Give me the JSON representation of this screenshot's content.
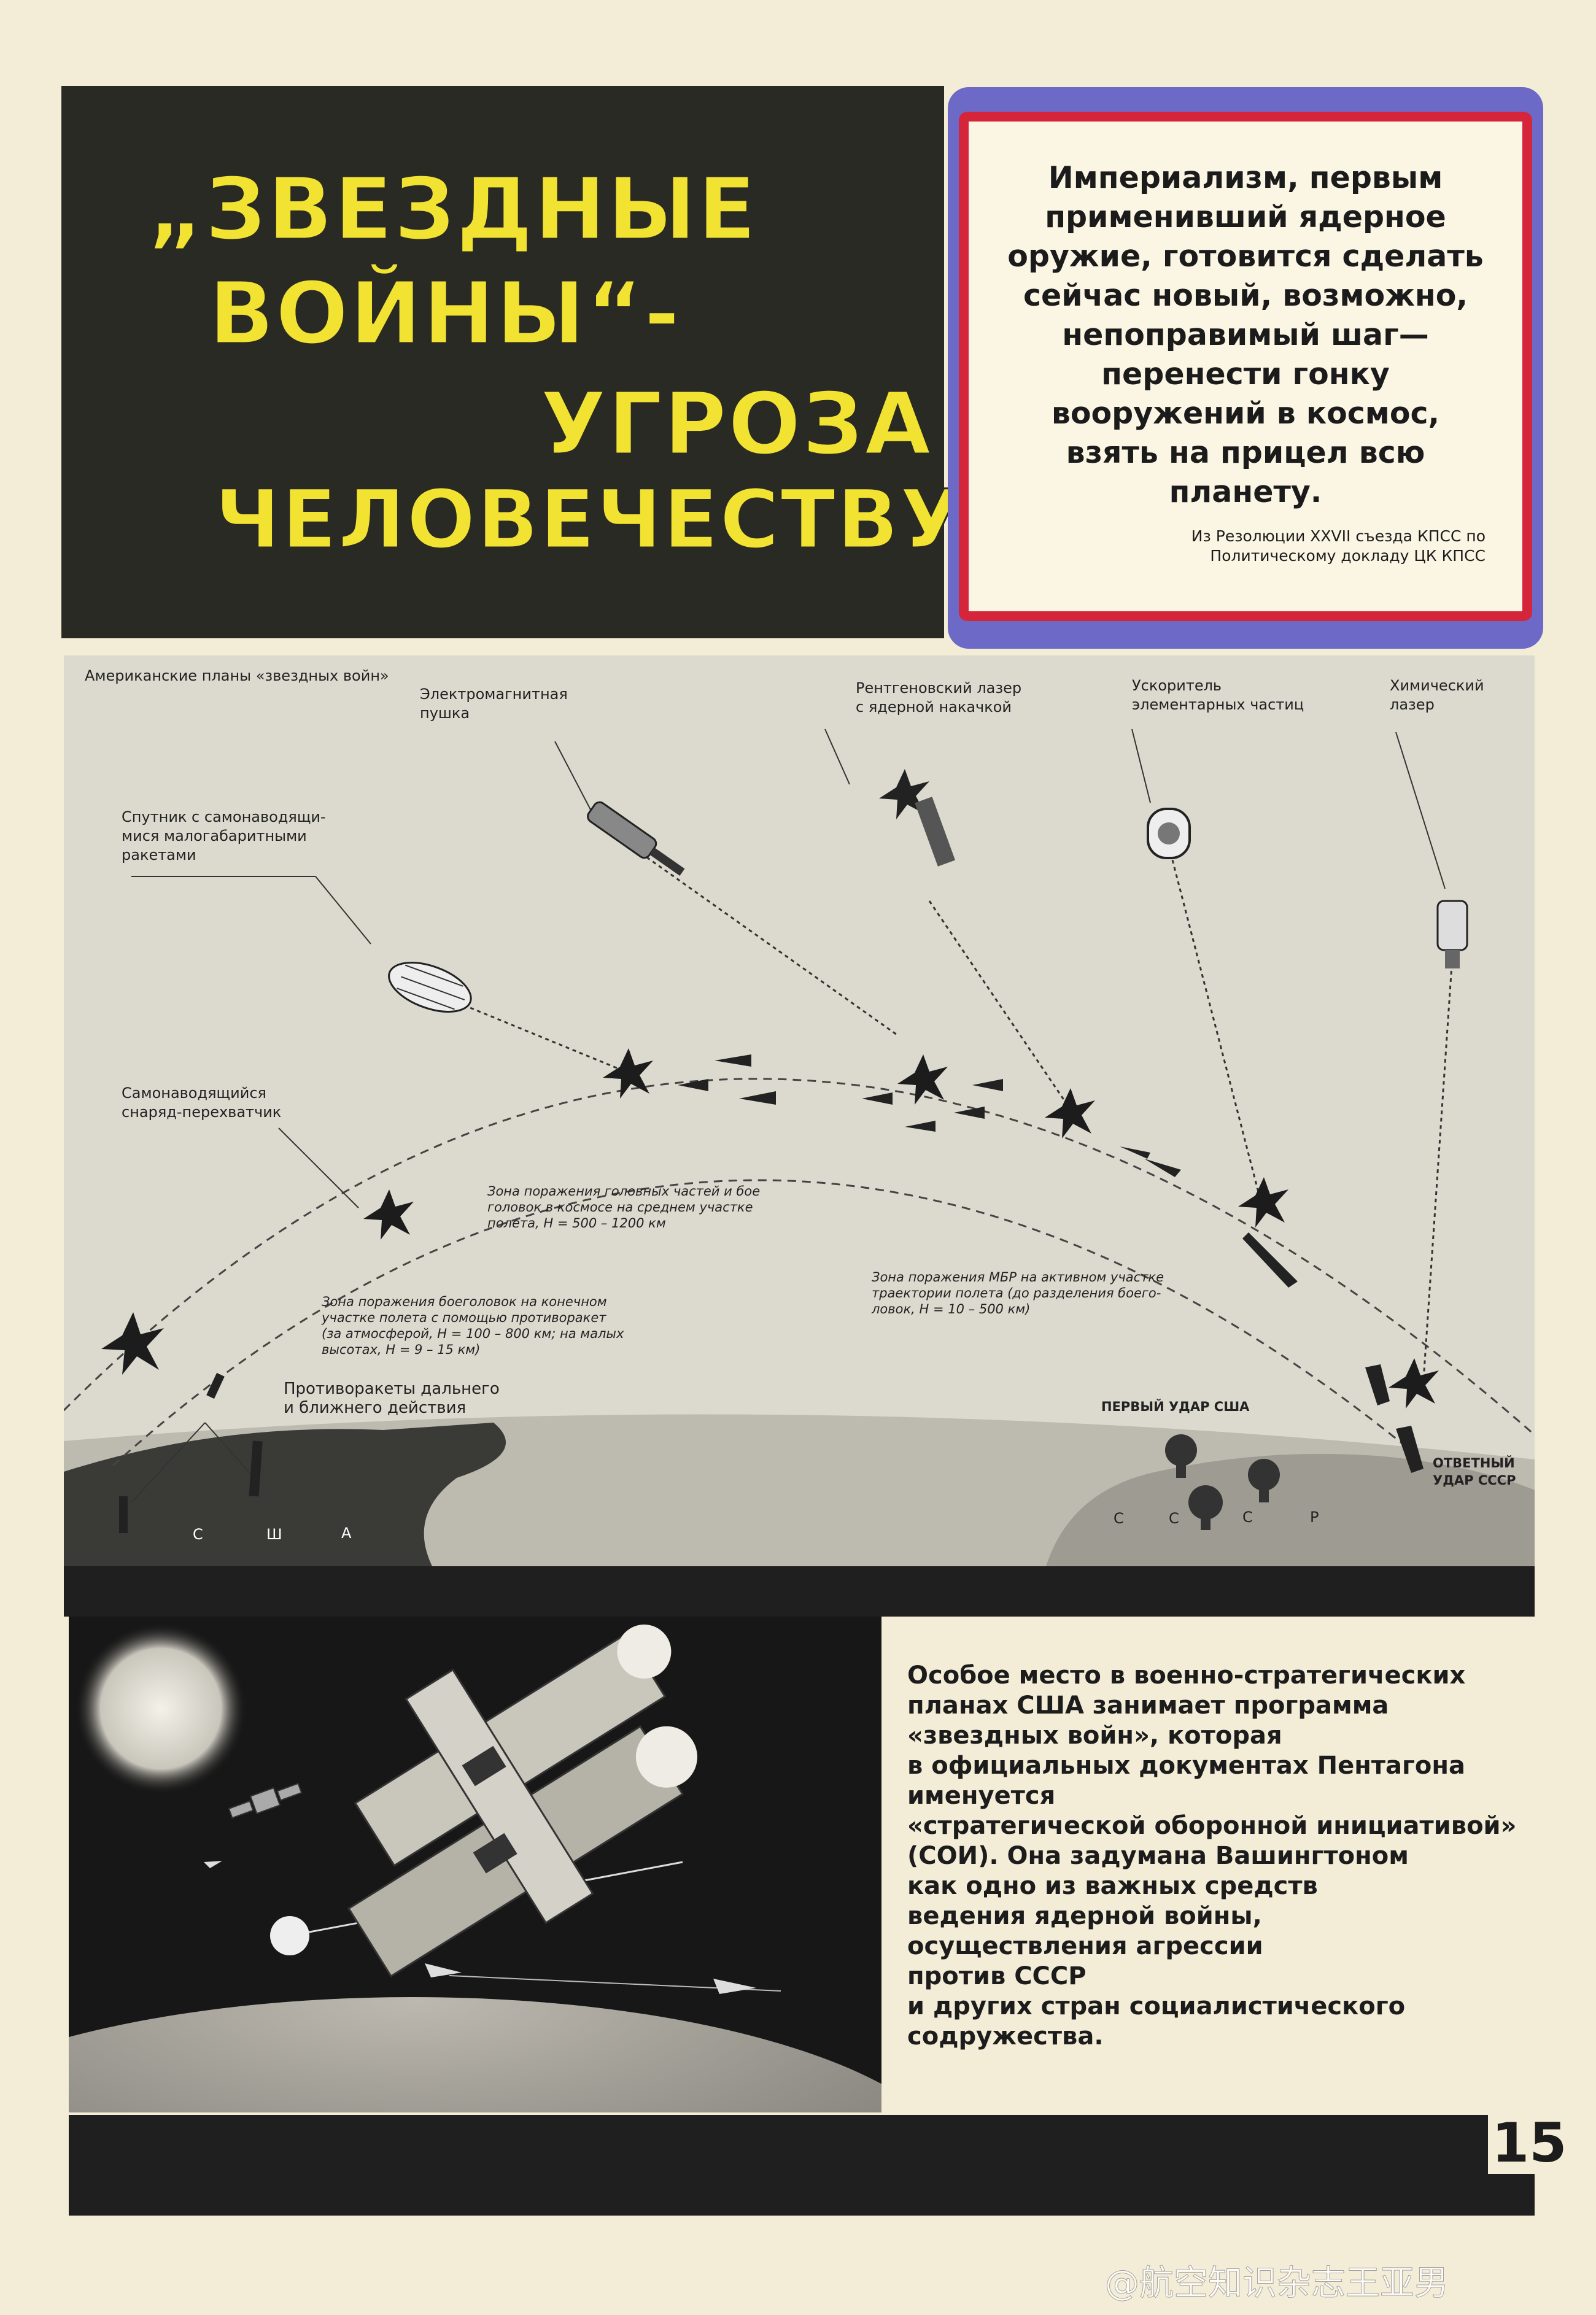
{
  "title": {
    "line1": "„ЗВЕЗДНЫЕ",
    "line2": "ВОЙНЫ“-",
    "line3": "УГРОЗА",
    "line4": "ЧЕЛОВЕЧЕСТВУ"
  },
  "quote": {
    "lines": [
      "Империализм, первым",
      "применивший ядерное",
      "оружие, готовится сделать",
      "сейчас новый, возможно,",
      "непоправимый шаг—",
      "перенести гонку",
      "вооружений в космос,",
      "взять на прицел всю",
      "планету."
    ],
    "source_line1": "Из Резолюции XXVII съезда КПСС по",
    "source_line2": "Политическому докладу ЦК КПСС"
  },
  "diagram": {
    "caption": "Американские планы «звездных войн»",
    "weapons": {
      "emp_gun": [
        "Электромагнитная",
        "пушка"
      ],
      "xray_laser": [
        "Рентгеновский лазер",
        "с ядерной накачкой"
      ],
      "particle_accel": [
        "Ускоритель",
        "элементарных частиц"
      ],
      "chem_laser": [
        "Химический",
        "лазер"
      ],
      "satellite": [
        "Спутник с самонаводящи-",
        "мися малогабаритными",
        "ракетами"
      ],
      "interceptor": [
        "Самонаводящийся",
        "снаряд-перехватчик"
      ],
      "antimissiles": [
        "Противоракеты дальнего",
        "и ближнего действия"
      ]
    },
    "zones": {
      "midcourse": [
        "Зона поражения головных частей и бое",
        "головок в космосе на среднем участке",
        "полета, H = 500 – 1200 км"
      ],
      "terminal": [
        "Зона поражения боеголовок на конечном",
        "участке полета с помощью противоракет",
        "(за атмосферой, H = 100 – 800 км; на малых",
        "высотах, H = 9 – 15 км)"
      ],
      "boost": [
        "Зона поражения МБР на активном участке",
        "траектории полета (до разделения боего-",
        "ловок, H = 10 – 500 км)"
      ]
    },
    "first_strike": "ПЕРВЫЙ УДАР США",
    "retaliation": [
      "ОТВЕТНЫЙ",
      "УДАР СССР"
    ],
    "usa_letters": [
      "С",
      "Ш",
      "А"
    ],
    "ussr_letters": [
      "С",
      "С",
      "С",
      "Р"
    ]
  },
  "paragraph": {
    "lines": [
      "Особое место в  военно-стратегических",
      "планах США занимает программа",
      "«звездных войн», которая",
      "в официальных документах Пентагона",
      "именуется",
      "«стратегической оборонной инициативой»",
      "(СОИ). Она задумана Вашингтоном",
      "как одно из важных средств",
      "ведения ядерной войны,",
      "осуществления агрессии",
      "против СССР",
      "и других стран социалистического",
      "содружества."
    ]
  },
  "page_number": "15",
  "watermark": "@航空知识杂志王亚男",
  "colors": {
    "title_yellow": "#f2e232",
    "title_bg": "#2a2a24",
    "quote_red": "#d5253b",
    "quote_blue": "#6c6ac6",
    "paper": "#f3ecd6"
  }
}
